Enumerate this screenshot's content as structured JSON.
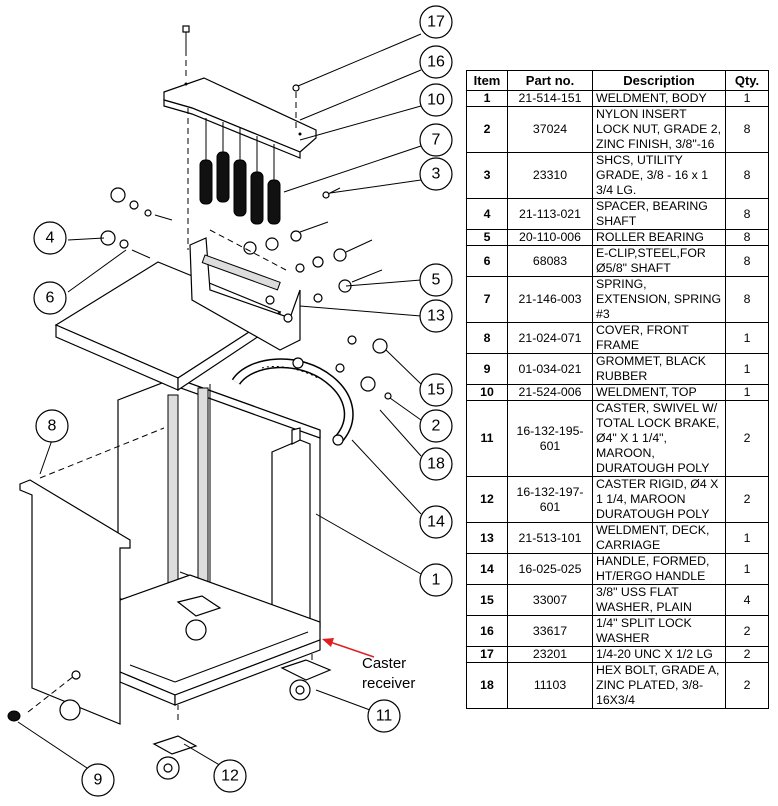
{
  "diagram": {
    "callouts": [
      {
        "id": "17",
        "label": "17"
      },
      {
        "id": "16",
        "label": "16"
      },
      {
        "id": "10",
        "label": "10"
      },
      {
        "id": "7",
        "label": "7"
      },
      {
        "id": "3",
        "label": "3"
      },
      {
        "id": "4",
        "label": "4"
      },
      {
        "id": "6",
        "label": "6"
      },
      {
        "id": "5",
        "label": "5"
      },
      {
        "id": "13",
        "label": "13"
      },
      {
        "id": "15",
        "label": "15"
      },
      {
        "id": "2",
        "label": "2"
      },
      {
        "id": "8",
        "label": "8"
      },
      {
        "id": "18",
        "label": "18"
      },
      {
        "id": "14",
        "label": "14"
      },
      {
        "id": "1",
        "label": "1"
      },
      {
        "id": "11",
        "label": "11"
      },
      {
        "id": "9",
        "label": "9"
      },
      {
        "id": "12",
        "label": "12"
      }
    ],
    "note_line1": "Caster",
    "note_line2": "receiver",
    "note_arrow_color": "#e02020"
  },
  "bom": {
    "headers": {
      "item": "Item",
      "part": "Part no.",
      "desc": "Description",
      "qty": "Qty."
    },
    "rows": [
      {
        "item": "1",
        "part": "21-514-151",
        "desc": "WELDMENT, BODY",
        "qty": "1"
      },
      {
        "item": "2",
        "part": "37024",
        "desc": "NYLON INSERT LOCK NUT, GRADE 2, ZINC FINISH, 3/8\"-16",
        "qty": "8"
      },
      {
        "item": "3",
        "part": "23310",
        "desc": "SHCS, UTILITY GRADE, 3/8 - 16 x 1 3/4 LG.",
        "qty": "8"
      },
      {
        "item": "4",
        "part": "21-113-021",
        "desc": "SPACER, BEARING SHAFT",
        "qty": "8"
      },
      {
        "item": "5",
        "part": "20-110-006",
        "desc": "ROLLER BEARING",
        "qty": "8"
      },
      {
        "item": "6",
        "part": "68083",
        "desc": "E-CLIP,STEEL,FOR Ø5/8\" SHAFT",
        "qty": "8"
      },
      {
        "item": "7",
        "part": "21-146-003",
        "desc": "SPRING, EXTENSION, SPRING #3",
        "qty": "8"
      },
      {
        "item": "8",
        "part": "21-024-071",
        "desc": "COVER, FRONT FRAME",
        "qty": "1"
      },
      {
        "item": "9",
        "part": "01-034-021",
        "desc": "GROMMET, BLACK RUBBER",
        "qty": "1"
      },
      {
        "item": "10",
        "part": "21-524-006",
        "desc": "WELDMENT, TOP",
        "qty": "1"
      },
      {
        "item": "11",
        "part": "16-132-195-601",
        "desc": "CASTER, SWIVEL W/ TOTAL LOCK BRAKE, Ø4\" X 1 1/4\", MAROON, DURATOUGH POLY",
        "qty": "2"
      },
      {
        "item": "12",
        "part": "16-132-197-601",
        "desc": "CASTER RIGID, Ø4 X 1 1/4, MAROON DURATOUGH POLY",
        "qty": "2"
      },
      {
        "item": "13",
        "part": "21-513-101",
        "desc": "WELDMENT, DECK, CARRIAGE",
        "qty": "1"
      },
      {
        "item": "14",
        "part": "16-025-025",
        "desc": "HANDLE, FORMED, HT/ERGO HANDLE",
        "qty": "1"
      },
      {
        "item": "15",
        "part": "33007",
        "desc": "3/8\" USS FLAT WASHER, PLAIN",
        "qty": "4"
      },
      {
        "item": "16",
        "part": "33617",
        "desc": "1/4\"  SPLIT LOCK WASHER",
        "qty": "2"
      },
      {
        "item": "17",
        "part": "23201",
        "desc": "1/4-20 UNC X 1/2 LG",
        "qty": "2"
      },
      {
        "item": "18",
        "part": "11103",
        "desc": "HEX BOLT, GRADE A, ZINC PLATED, 3/8-16X3/4",
        "qty": "2"
      }
    ]
  }
}
